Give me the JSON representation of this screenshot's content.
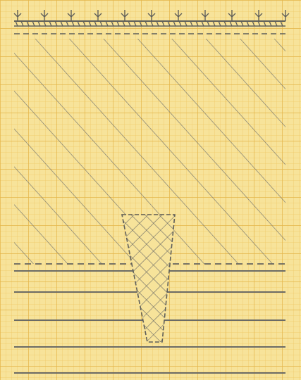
{
  "sheet": {
    "paper_color": "#f7e39a",
    "minor_grid_color": "#efc966",
    "major_grid_color": "#e4b448",
    "pencil_color": "#6b6b66"
  },
  "diagram": {
    "description_labels": [],
    "elements": [
      "ground-surface-line",
      "vegetation-ticks",
      "topsoil-hatch",
      "upper-layer-diagonal-hatch",
      "lower-layer-horizontal-lines",
      "layer-boundary-dashed",
      "inverted-trapezoid-crosshatch"
    ]
  }
}
